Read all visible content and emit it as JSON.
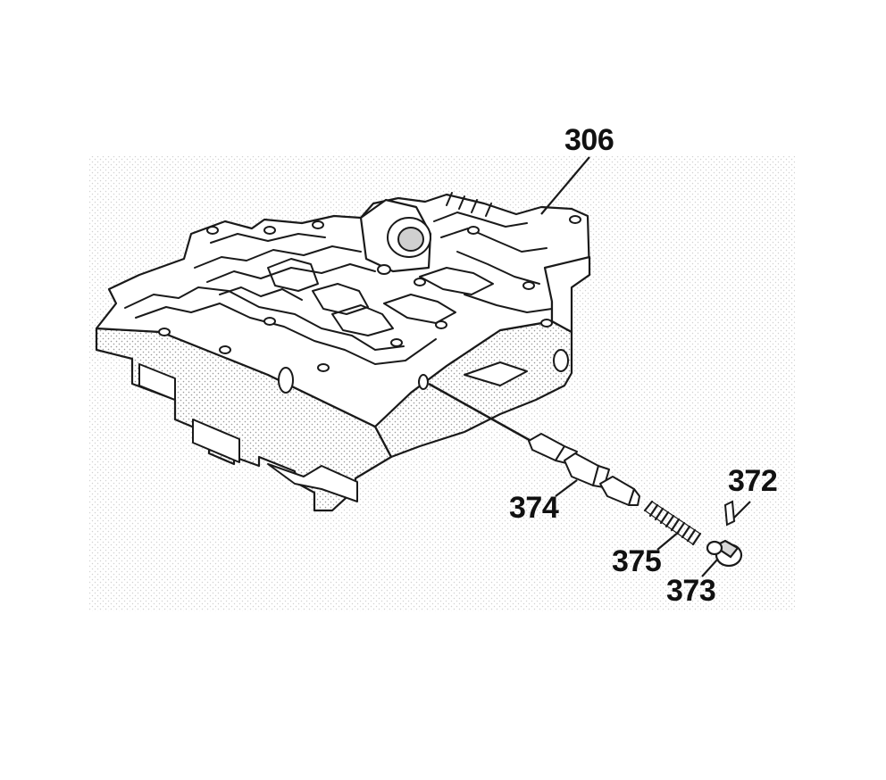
{
  "diagram": {
    "colors": {
      "line": "#1a1a1a",
      "shade": "#bdbdbd",
      "background": "#ffffff"
    },
    "callouts": {
      "valve_body": "306",
      "valve": "374",
      "retainer_pin": "372",
      "spring": "375",
      "plug": "373"
    }
  }
}
